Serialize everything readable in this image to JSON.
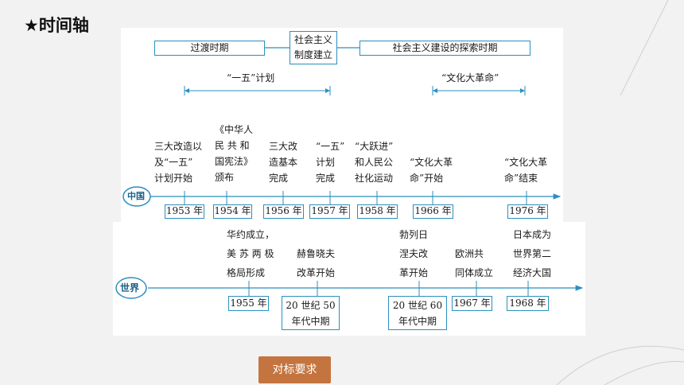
{
  "title": "★时间轴",
  "periods": {
    "transition": "过渡时期",
    "establish": "社会主义\n制度建立",
    "explore": "社会主义建设的探索时期"
  },
  "spans": {
    "five_year": "“一五”计划",
    "cultural_rev": "“文化大革命”"
  },
  "china": {
    "label": "中国",
    "events": [
      "三大改造以\n及“一五”\n计划开始",
      "《中华人\n民 共 和\n国宪法》\n颁布",
      "三大改\n造基本\n完成",
      "“一五”\n计划\n完成",
      "“大跃进”\n和人民公\n社化运动",
      "“文化大革\n命”开始",
      "“文化大革\n命”结束"
    ],
    "years": [
      "1953 年",
      "1954 年",
      "1956 年",
      "1957 年",
      "1958 年",
      "1966 年",
      "1976 年"
    ]
  },
  "world": {
    "label": "世界",
    "events": [
      "华约成立，\n美 苏 两 极\n格局形成",
      "赫鲁晓夫\n改革开始",
      "勃列日\n涅夫改\n革开始",
      "欧洲共\n同体成立",
      "日本成为\n世界第二\n经济大国"
    ],
    "years": [
      "1955 年",
      "20 世纪 50\n年代中期",
      "20 世纪 60\n年代中期",
      "1967 年",
      "1968 年"
    ]
  },
  "button": "对标要求",
  "colors": {
    "axis": "#2b8fbf",
    "button": "#c4743f"
  }
}
